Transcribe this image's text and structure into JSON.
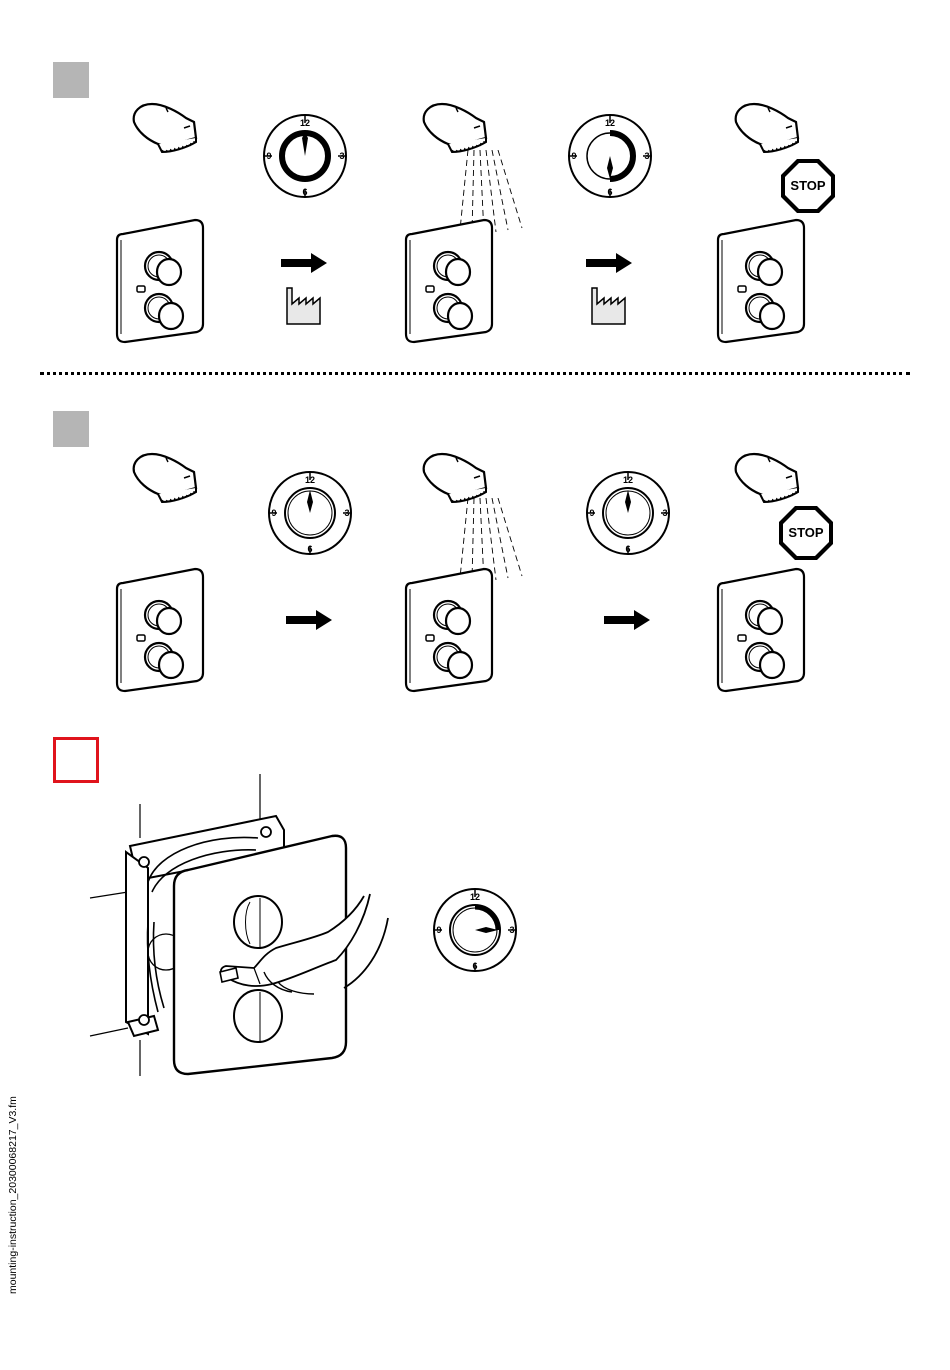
{
  "steps": {
    "step1_color": "#b5b5b5",
    "step2_color": "#b5b5b5",
    "step3_color": "#e0141c"
  },
  "dial": {
    "n12": "12",
    "n3": "3",
    "n6": "6",
    "n9": "9"
  },
  "stop_sign": {
    "label": "STOP",
    "color": "#000000"
  },
  "sidebar": {
    "filename": "mounting-instruction_20300068217_V3.fm"
  },
  "icons": [
    "shower-head-icon",
    "clock-dial-icon",
    "arrow-right-icon",
    "factory-icon",
    "stop-sign-icon",
    "thermostat-panel-icon",
    "hand-icon"
  ]
}
